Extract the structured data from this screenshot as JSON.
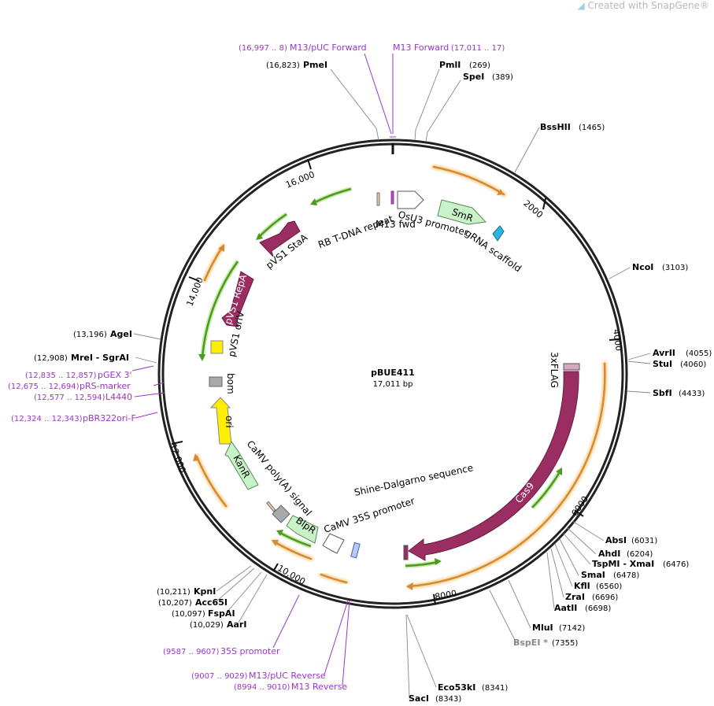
{
  "credit": {
    "text": "Created with SnapGene",
    "mark": "®",
    "icon": "snapgene-logo-icon"
  },
  "plasmid": {
    "name": "pBUE411",
    "size": "17,011 bp"
  },
  "ticks": [
    "2000",
    "4000",
    "6000",
    "8000",
    "10,000",
    "12,000",
    "14,000",
    "16,000"
  ],
  "enzymes": [
    {
      "name": "PmeI",
      "pos": "(16,823)"
    },
    {
      "name": "PmlI",
      "pos": "(269)"
    },
    {
      "name": "SpeI",
      "pos": "(389)"
    },
    {
      "name": "BssHII",
      "pos": "(1465)"
    },
    {
      "name": "NcoI",
      "pos": "(3103)"
    },
    {
      "name": "AvrII",
      "pos": "(4055)"
    },
    {
      "name": "StuI",
      "pos": "(4060)"
    },
    {
      "name": "SbfI",
      "pos": "(4433)"
    },
    {
      "name": "AbsI",
      "pos": "(6031)"
    },
    {
      "name": "AhdI",
      "pos": "(6204)"
    },
    {
      "name": "TspMI - XmaI",
      "pos": "(6476)"
    },
    {
      "name": "SmaI",
      "pos": "(6478)"
    },
    {
      "name": "KflI",
      "pos": "(6560)"
    },
    {
      "name": "ZraI",
      "pos": "(6696)"
    },
    {
      "name": "AatII",
      "pos": "(6698)"
    },
    {
      "name": "MluI",
      "pos": "(7142)"
    },
    {
      "name": "BspEI *",
      "pos": "(7355)"
    },
    {
      "name": "Eco53kI",
      "pos": "(8341)"
    },
    {
      "name": "SacI",
      "pos": "(8343)"
    },
    {
      "name": "KpnI",
      "pos": "(10,211)"
    },
    {
      "name": "Acc65I",
      "pos": "(10,207)"
    },
    {
      "name": "FspAI",
      "pos": "(10,097)"
    },
    {
      "name": "AarI",
      "pos": "(10,029)"
    },
    {
      "name": "AgeI",
      "pos": "(13,196)"
    },
    {
      "name": "MreI - SgrAI",
      "pos": "(12,908)"
    }
  ],
  "primers": [
    {
      "name": "M13/pUC Forward",
      "pos": "(16,997 .. 8)"
    },
    {
      "name": "M13 Forward",
      "pos": "(17,011 .. 17)"
    },
    {
      "name": "pGEX 3'",
      "pos": "(12,835 .. 12,857)"
    },
    {
      "name": "pRS-marker",
      "pos": "(12,675 .. 12,694)"
    },
    {
      "name": "L4440",
      "pos": "(12,577 .. 12,594)"
    },
    {
      "name": "pBR322ori-F",
      "pos": "(12,324 .. 12,343)"
    },
    {
      "name": "35S promoter",
      "pos": "(9587 .. 9607)"
    },
    {
      "name": "M13/pUC Reverse",
      "pos": "(9007 .. 9029)"
    },
    {
      "name": "M13 Reverse",
      "pos": "(8994 .. 9010)"
    }
  ],
  "features": {
    "rb": "RB T-DNA repeat",
    "m13fwd": "M13 fwd",
    "osu3": "OsU3 promoter",
    "smr": "SmR",
    "grna": "gRNA scaffold",
    "staa": "pVS1 StaA",
    "repa": "pVS1 RepA",
    "oriv": "pVS1 oriV",
    "bom": "bom",
    "ori": "ori",
    "kanr": "KanR",
    "polya": "CaMV poly(A) signal",
    "blpr": "BlpR",
    "camv35s": "CaMV 35S promoter",
    "sd": "Shine-Dalgarno sequence",
    "cas9": "Cas9",
    "flag": "3xFLAG"
  },
  "colors": {
    "backbone": "#222222",
    "primer": "#9a35c8",
    "orf": "#d68a34",
    "orf_glow": "#f8dca8",
    "green_orf": "#4d9a1e",
    "green_glow": "#c8ecb0",
    "cas9": "#9a2d62",
    "marker": "#c8f2c8",
    "ori": "#ffee00",
    "grna": "#27b7e0",
    "bom": "#a7aaad"
  }
}
